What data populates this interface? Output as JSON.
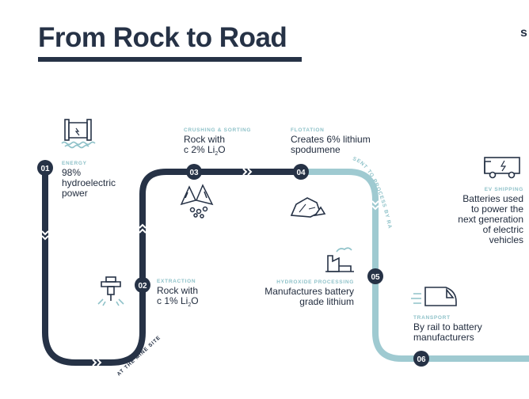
{
  "title": "From Rock to Road",
  "corner_text": "s",
  "path_labels": {
    "mine_site": "AT THE MINE SITE",
    "sent": "SENT TO PROCESS BY RAIL"
  },
  "colors": {
    "dark": "#263246",
    "light": "#9fcad1",
    "accent": "#8fc2c9"
  },
  "stations": [
    {
      "num": "01",
      "category": "ENERGY",
      "lines": [
        "98%",
        "hydroelectric",
        "power"
      ],
      "icon": "dam-icon"
    },
    {
      "num": "02",
      "category": "EXTRACTION",
      "text": "Rock with",
      "formula": {
        "pre": "c 1%  Li",
        "sub": "2",
        "post": "O"
      },
      "icon": "jackhammer-icon"
    },
    {
      "num": "03",
      "category": "CRUSHING & SORTING",
      "text": "Rock with",
      "formula": {
        "pre": "c 2% Li",
        "sub": "2",
        "post": "O"
      },
      "icon": "crusher-icon"
    },
    {
      "num": "04",
      "category": "FLOTATION",
      "lines": [
        "Creates 6% lithium",
        "spodumene"
      ],
      "icon": "rocks-icon"
    },
    {
      "num": "05",
      "category": "HYDROXIDE PROCESSING",
      "lines": [
        "Manufactures battery",
        "grade lithium"
      ],
      "icon": "factory-icon"
    },
    {
      "num": "06",
      "category": "TRANSPORT",
      "lines": [
        "By rail to battery",
        "manufacturers"
      ],
      "icon": "train-icon"
    },
    {
      "category": "EV SHIPPING",
      "lines": [
        "Batteries used",
        "to power the",
        "next generation",
        "of electric",
        "vehicles"
      ],
      "icon": "truck-icon"
    }
  ]
}
